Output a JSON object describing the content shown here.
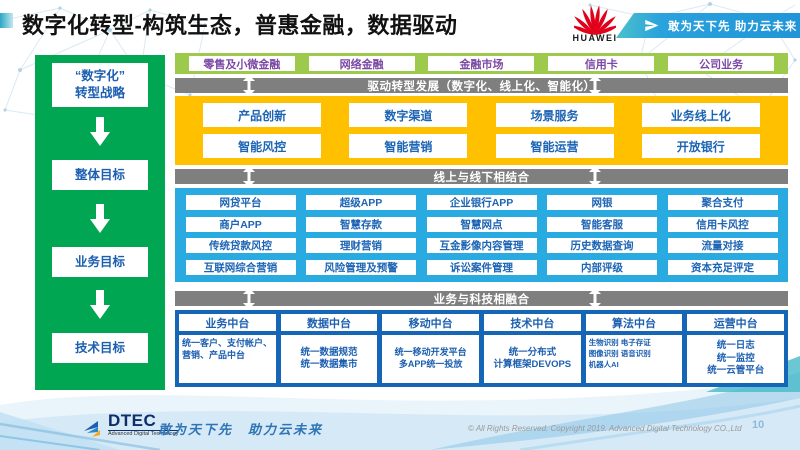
{
  "header": {
    "title": "数字化转型-构筑生态，普惠金融，数据驱动",
    "huawei_wordmark": "HUAWEI",
    "banner_slogan": "敢为天下先 助力云未来"
  },
  "sidebar": {
    "steps": [
      "“数字化”\n转型战略",
      "整体目标",
      "业务目标",
      "技术目标"
    ]
  },
  "main": {
    "business_lines": [
      "零售及小微金融",
      "网络金融",
      "金融市场",
      "信用卡",
      "公司业务"
    ],
    "bars": {
      "drive": "驱动转型发展（数字化、线上化、智能化）",
      "online_offline": "线上与线下相结合",
      "biz_tech": "业务与科技相融合"
    },
    "capability_rows": [
      [
        "产品创新",
        "数字渠道",
        "场景服务",
        "业务线上化"
      ],
      [
        "智能风控",
        "智能营销",
        "智能运营",
        "开放银行"
      ]
    ],
    "channel_rows": [
      [
        "网贷平台",
        "超级APP",
        "企业银行APP",
        "网银",
        "聚合支付"
      ],
      [
        "商户APP",
        "智慧存款",
        "智慧网点",
        "智能客服",
        "信用卡风控"
      ],
      [
        "传统贷款风控",
        "理财营销",
        "互金影像内容管理",
        "历史数据查询",
        "流量对接"
      ],
      [
        "互联网综合营销",
        "风险管理及预警",
        "诉讼案件管理",
        "内部评级",
        "资本充足评定"
      ]
    ],
    "platforms": [
      {
        "title": "业务中台",
        "body": "统一客户、支付帐户、营销、产品中台"
      },
      {
        "title": "数据中台",
        "body": "统一数据规范\n统一数据集市"
      },
      {
        "title": "移动中台",
        "body": "统一移动开发平台\n多APP统一投放"
      },
      {
        "title": "技术中台",
        "body": "统一分布式\n计算框架DEVOPS"
      },
      {
        "title": "算法中台",
        "body": "生物识别 电子存证\n图像识别 语音识别\n机器人AI"
      },
      {
        "title": "运营中台",
        "body": "统一日志\n统一监控\n统一云管平台"
      }
    ]
  },
  "footer": {
    "dtec_wordmark": "DTEC",
    "dtec_subtext": "Advanced Digital Technology",
    "slogan": "敢为天下先　助力云未来",
    "copyright": "© All Rights Reserved. Copyright 2019. Advanced Digital Technology CO.,Ltd",
    "page_number": "10"
  },
  "colors": {
    "sidebar_green": "#00A651",
    "business_row_green": "#9DC94C",
    "yellow_section": "#FFC000",
    "cyan_section": "#29ABE2",
    "platform_blue": "#1566B7",
    "gray_bar": "#7F7F7F",
    "chip_text_blue": "#1C64B4",
    "business_text_purple": "#7B49A5",
    "banner_blue": "#2095D8",
    "huawei_red": "#E2001A",
    "footer_blue": "#2E74B6"
  }
}
